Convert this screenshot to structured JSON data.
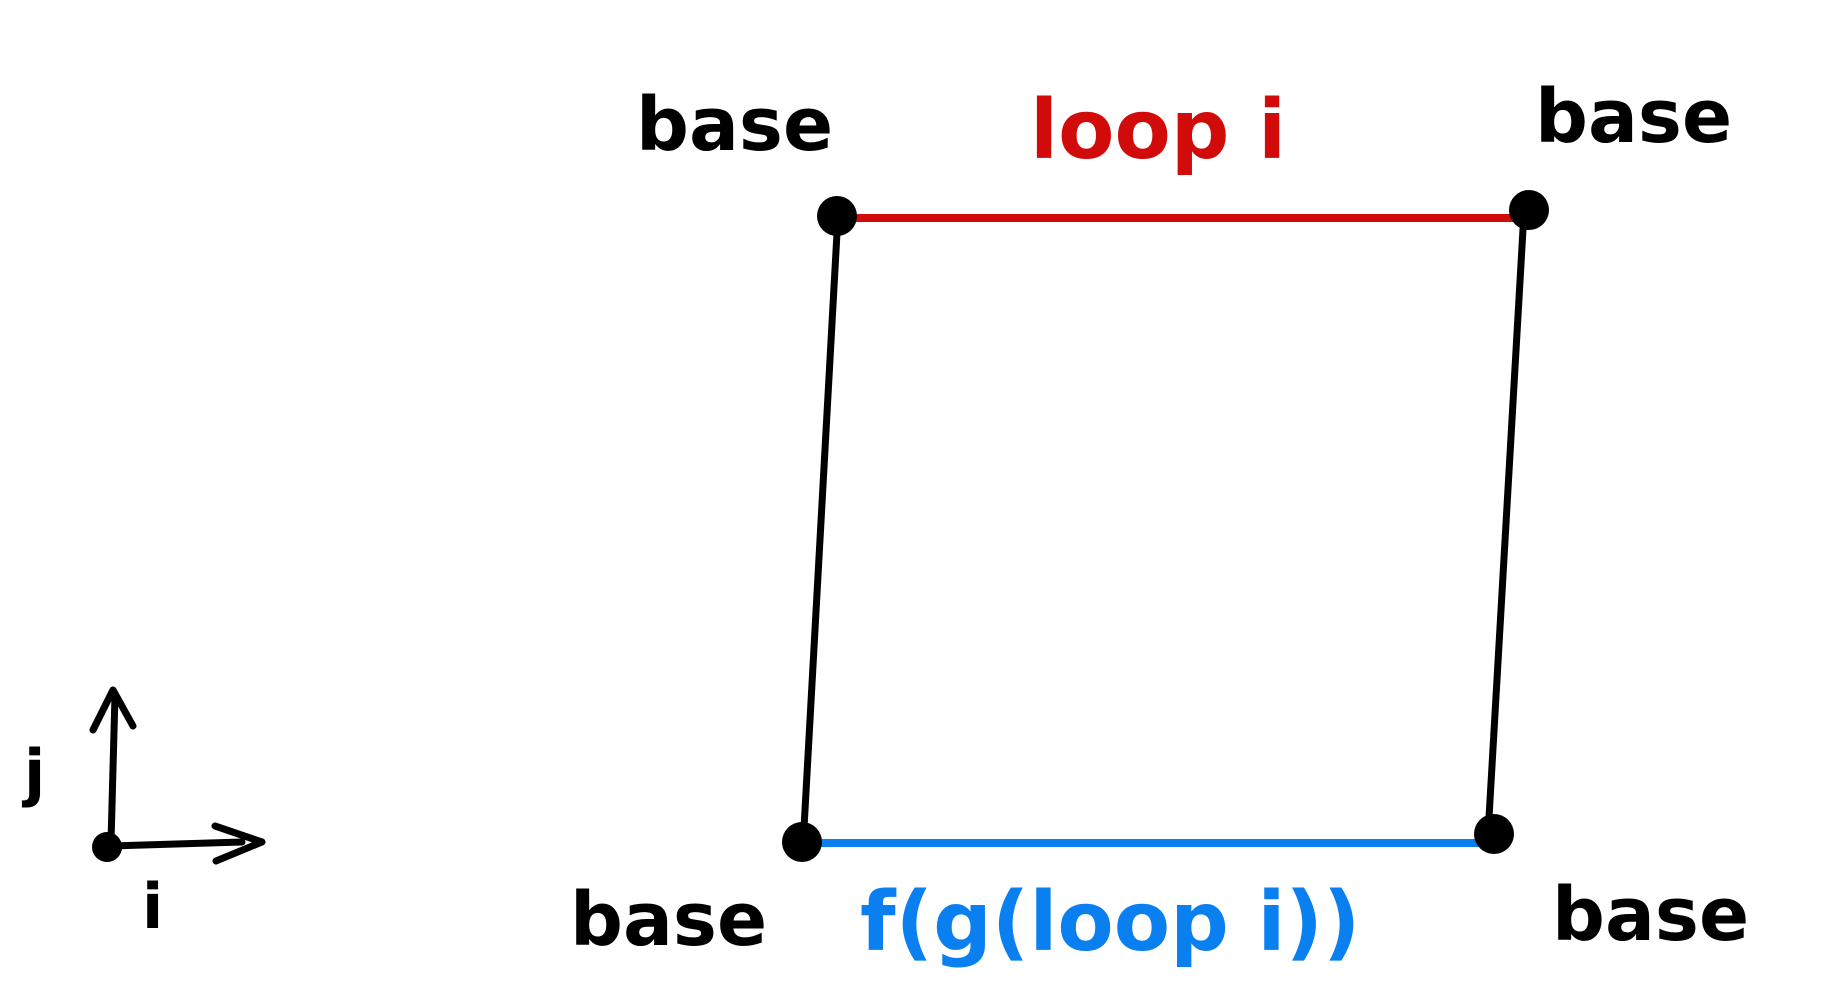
{
  "labels": {
    "base_top_left": "base",
    "base_top_right": "base",
    "base_bottom_left": "base",
    "base_bottom_right": "base",
    "top_edge": "loop i",
    "bottom_edge": "f(g(loop i))",
    "axis_vertical": "j",
    "axis_horizontal": "i"
  },
  "colors": {
    "top_edge": "#d10a0a",
    "bottom_edge": "#0a7ff0",
    "side_edges": "#000000",
    "points": "#000000"
  }
}
